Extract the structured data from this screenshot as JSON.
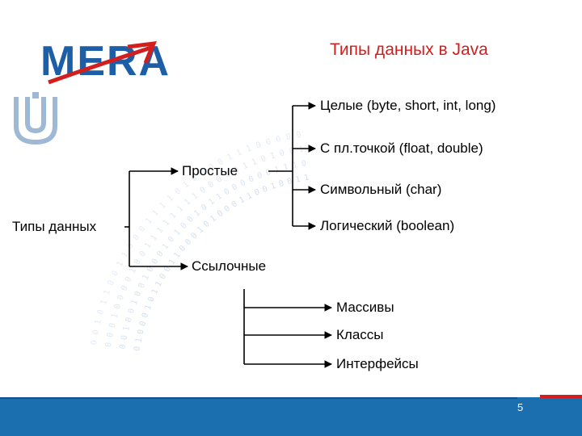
{
  "title": "Типы данных в Java",
  "logo": {
    "text": "MERA",
    "name": "mera-logo",
    "emblem": "university-emblem"
  },
  "nodes": {
    "root": "Типы данных",
    "primitive": "Простые",
    "reference": "Ссылочные",
    "primitive_children": [
      "Целые (byte, short, int, long)",
      "С пл.точкой (float, double)",
      "Символьный (char)",
      "Логический (boolean)"
    ],
    "reference_children": [
      "Массивы",
      "Классы",
      "Интерфейсы"
    ]
  },
  "page_number": "5",
  "colors": {
    "title": "#d11f1f",
    "logo_blue": "#1c5fa6",
    "logo_red": "#d11f1f",
    "footer": "#1c6fae",
    "connector": "#000000",
    "digits": "#9fb8d6"
  }
}
